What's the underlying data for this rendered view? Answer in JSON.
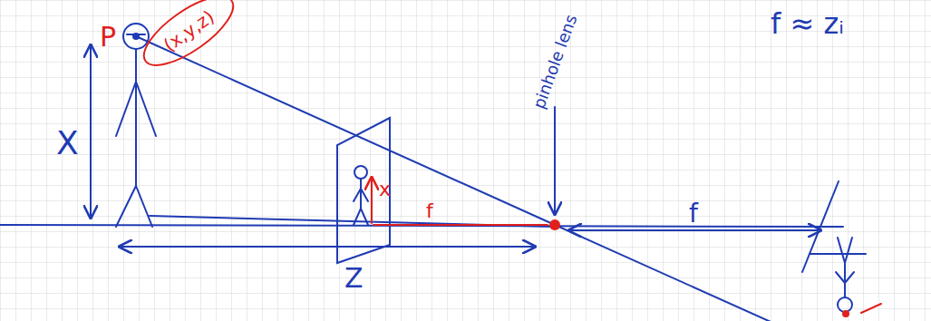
{
  "diagram": {
    "labels": [
      "P",
      "(x,y,z)",
      "X",
      "x",
      "f",
      "pinhole lens",
      "f",
      "Z",
      "f ≈ zᵢ"
    ]
  }
}
